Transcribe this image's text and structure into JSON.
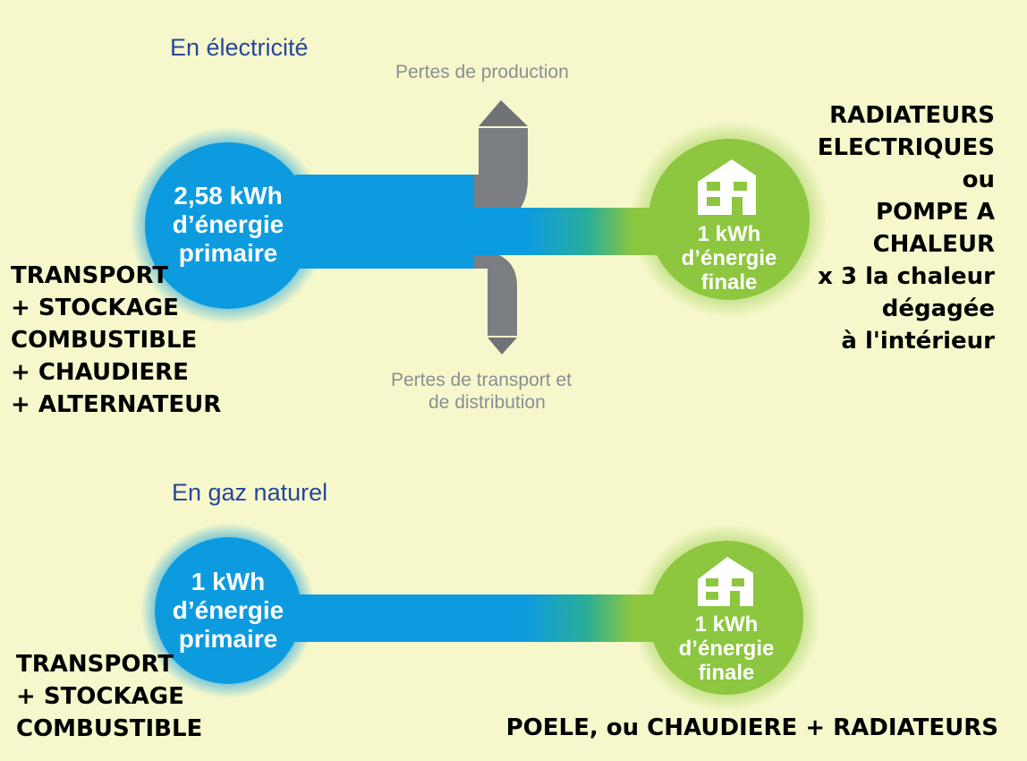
{
  "electricity": {
    "title": "En électricité",
    "loss_production": "Pertes de production",
    "loss_transport_1": "Pertes de transport et",
    "loss_transport_2": "de distribution",
    "primary": [
      "2,58 kWh",
      "d’énergie",
      "primaire"
    ],
    "final": [
      "1 kWh",
      "d’énergie",
      "finale"
    ],
    "left_note": [
      "TRANSPORT",
      "+ STOCKAGE",
      "COMBUSTIBLE",
      "+ CHAUDIERE",
      "+ ALTERNATEUR"
    ],
    "right_note": [
      "RADIATEURS",
      "ELECTRIQUES",
      "ou",
      "POMPE A",
      "CHALEUR",
      "x 3 la chaleur",
      "dégagée",
      "à l'intérieur"
    ]
  },
  "gas": {
    "title": "En gaz naturel",
    "primary": [
      "1 kWh",
      "d’énergie",
      "primaire"
    ],
    "final": [
      "1 kWh",
      "d’énergie",
      "finale"
    ],
    "left_note": [
      "TRANSPORT",
      "+ STOCKAGE",
      "COMBUSTIBLE"
    ],
    "right_note": "POELE, ou CHAUDIERE + RADIATEURS"
  },
  "colors": {
    "background": "#f6f8cb",
    "blue": "#0d9be0",
    "green": "#8dc63f",
    "gray": "#7a7d82",
    "title": "#27479a"
  }
}
